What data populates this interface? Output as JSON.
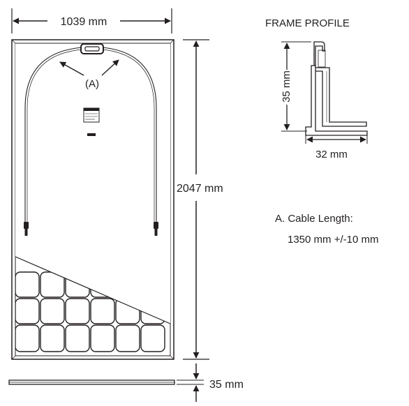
{
  "panel": {
    "width_label": "1039 mm",
    "height_label": "2047 mm",
    "thickness_label": "35 mm",
    "cable_callout": "(A)"
  },
  "frame_profile": {
    "title": "FRAME PROFILE",
    "height_label": "35 mm",
    "width_label": "32 mm"
  },
  "note": {
    "line1": "A. Cable Length:",
    "line2": "1350 mm +/-10 mm"
  },
  "colors": {
    "ink": "#231f20",
    "frame": "#6d6e71",
    "backsheet": "#ffffff"
  }
}
